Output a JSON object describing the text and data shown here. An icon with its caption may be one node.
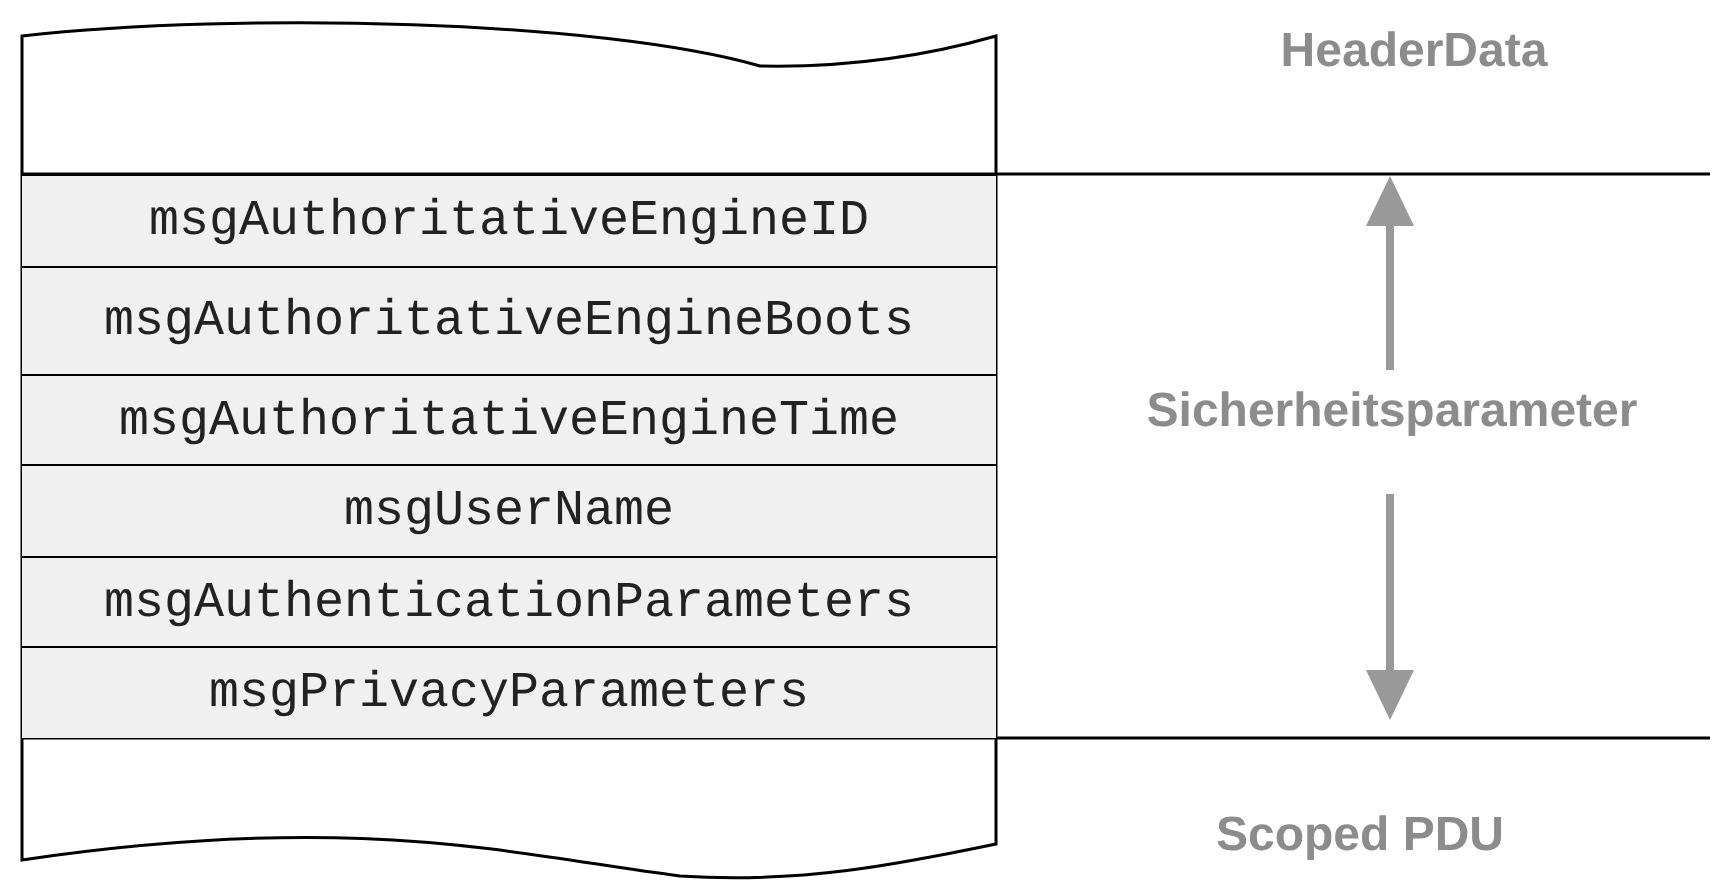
{
  "diagram": {
    "nodes": [
      {
        "text": [
          "msgAuthoritativeEngineID"
        ]
      },
      {
        "text": [
          "msgAuthoritativeEngineBoots"
        ]
      },
      {
        "text": [
          "msgAuthoritativeEngineTime"
        ]
      },
      {
        "text": [
          "msgUserName"
        ]
      },
      {
        "text": [
          "msgAuthenticationParameters"
        ]
      },
      {
        "text": [
          "msgPrivacyParameters"
        ]
      }
    ],
    "labels": [
      "HeaderData",
      "Sicherheitsparameter",
      "Scoped PDU"
    ]
  }
}
